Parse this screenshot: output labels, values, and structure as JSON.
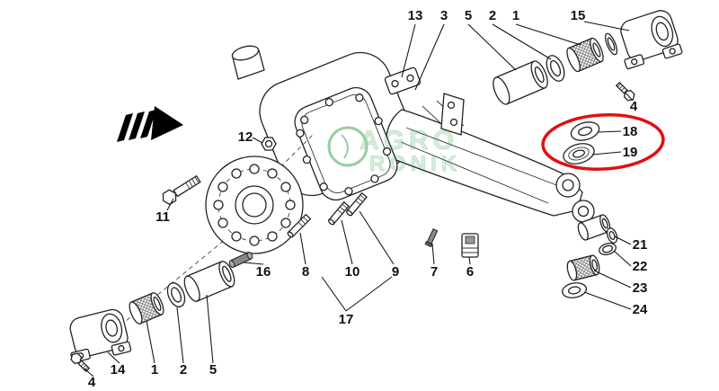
{
  "diagram": {
    "type": "exploded-parts-diagram",
    "background": "#ffffff",
    "line_color": "#1a1a1a",
    "highlight": {
      "shape": "ellipse",
      "color": "#e01010",
      "circled_parts": [
        "18",
        "19"
      ]
    },
    "watermark": {
      "line1": "AGRO",
      "line2": "RONIK",
      "color": "#2f9e44"
    }
  },
  "callouts": {
    "c13": "13",
    "c3": "3",
    "c5_top": "5",
    "c2_top": "2",
    "c1_top": "1",
    "c15": "15",
    "c4_top": "4",
    "c18": "18",
    "c19": "19",
    "c21": "21",
    "c22": "22",
    "c23": "23",
    "c24": "24",
    "c12": "12",
    "c11": "11",
    "c16": "16",
    "c8": "8",
    "c10": "10",
    "c9": "9",
    "c17": "17",
    "c7": "7",
    "c6": "6",
    "c14": "14",
    "c1_bottom": "1",
    "c2_bottom": "2",
    "c5_bottom": "5",
    "c4_bottom": "4"
  }
}
